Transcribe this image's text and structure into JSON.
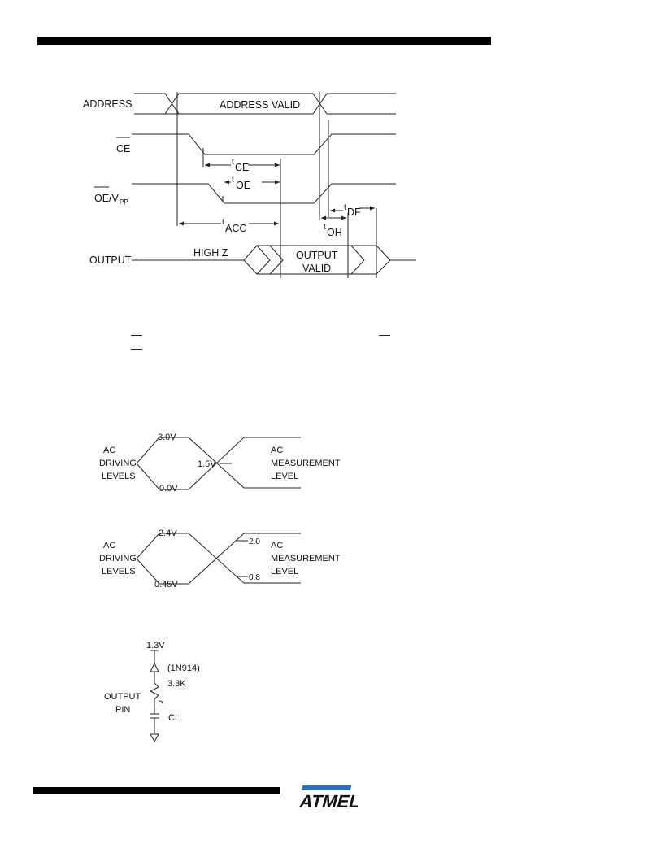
{
  "timing": {
    "address": "ADDRESS",
    "address_valid": "ADDRESS VALID",
    "ce": "CE",
    "oe": "OE",
    "vpp_v": "/V",
    "vpp_sub": "PP",
    "t_prefix": "t",
    "t_ce": "CE",
    "t_oe": "OE",
    "t_acc": "ACC",
    "t_df": "DF",
    "t_oh": "OH",
    "output": "OUTPUT",
    "high_z": "HIGH   Z",
    "output_valid_1": "OUTPUT",
    "output_valid_2": "VALID"
  },
  "levels1": {
    "in_1": "AC",
    "in_2": "DRIVING",
    "in_3": "LEVELS",
    "high": "3.0V",
    "mid": "1.5V",
    "low": "0.0V",
    "out_1": "AC",
    "out_2": "MEASUREMENT",
    "out_3": "LEVEL"
  },
  "levels2": {
    "in_1": "AC",
    "in_2": "DRIVING",
    "in_3": "LEVELS",
    "high": "2.4V",
    "low": "0.45V",
    "meas_high": "2.0",
    "meas_low": "0.8",
    "out_1": "AC",
    "out_2": "MEASUREMENT",
    "out_3": "LEVEL"
  },
  "load": {
    "vsrc": "1.3V",
    "diode": "(1N914)",
    "resistor": "3.3K",
    "pin_1": "OUTPUT",
    "pin_2": "PIN",
    "cap": "CL"
  },
  "logo": {
    "text": "ATMEL",
    "color": "#2e6fb7"
  }
}
